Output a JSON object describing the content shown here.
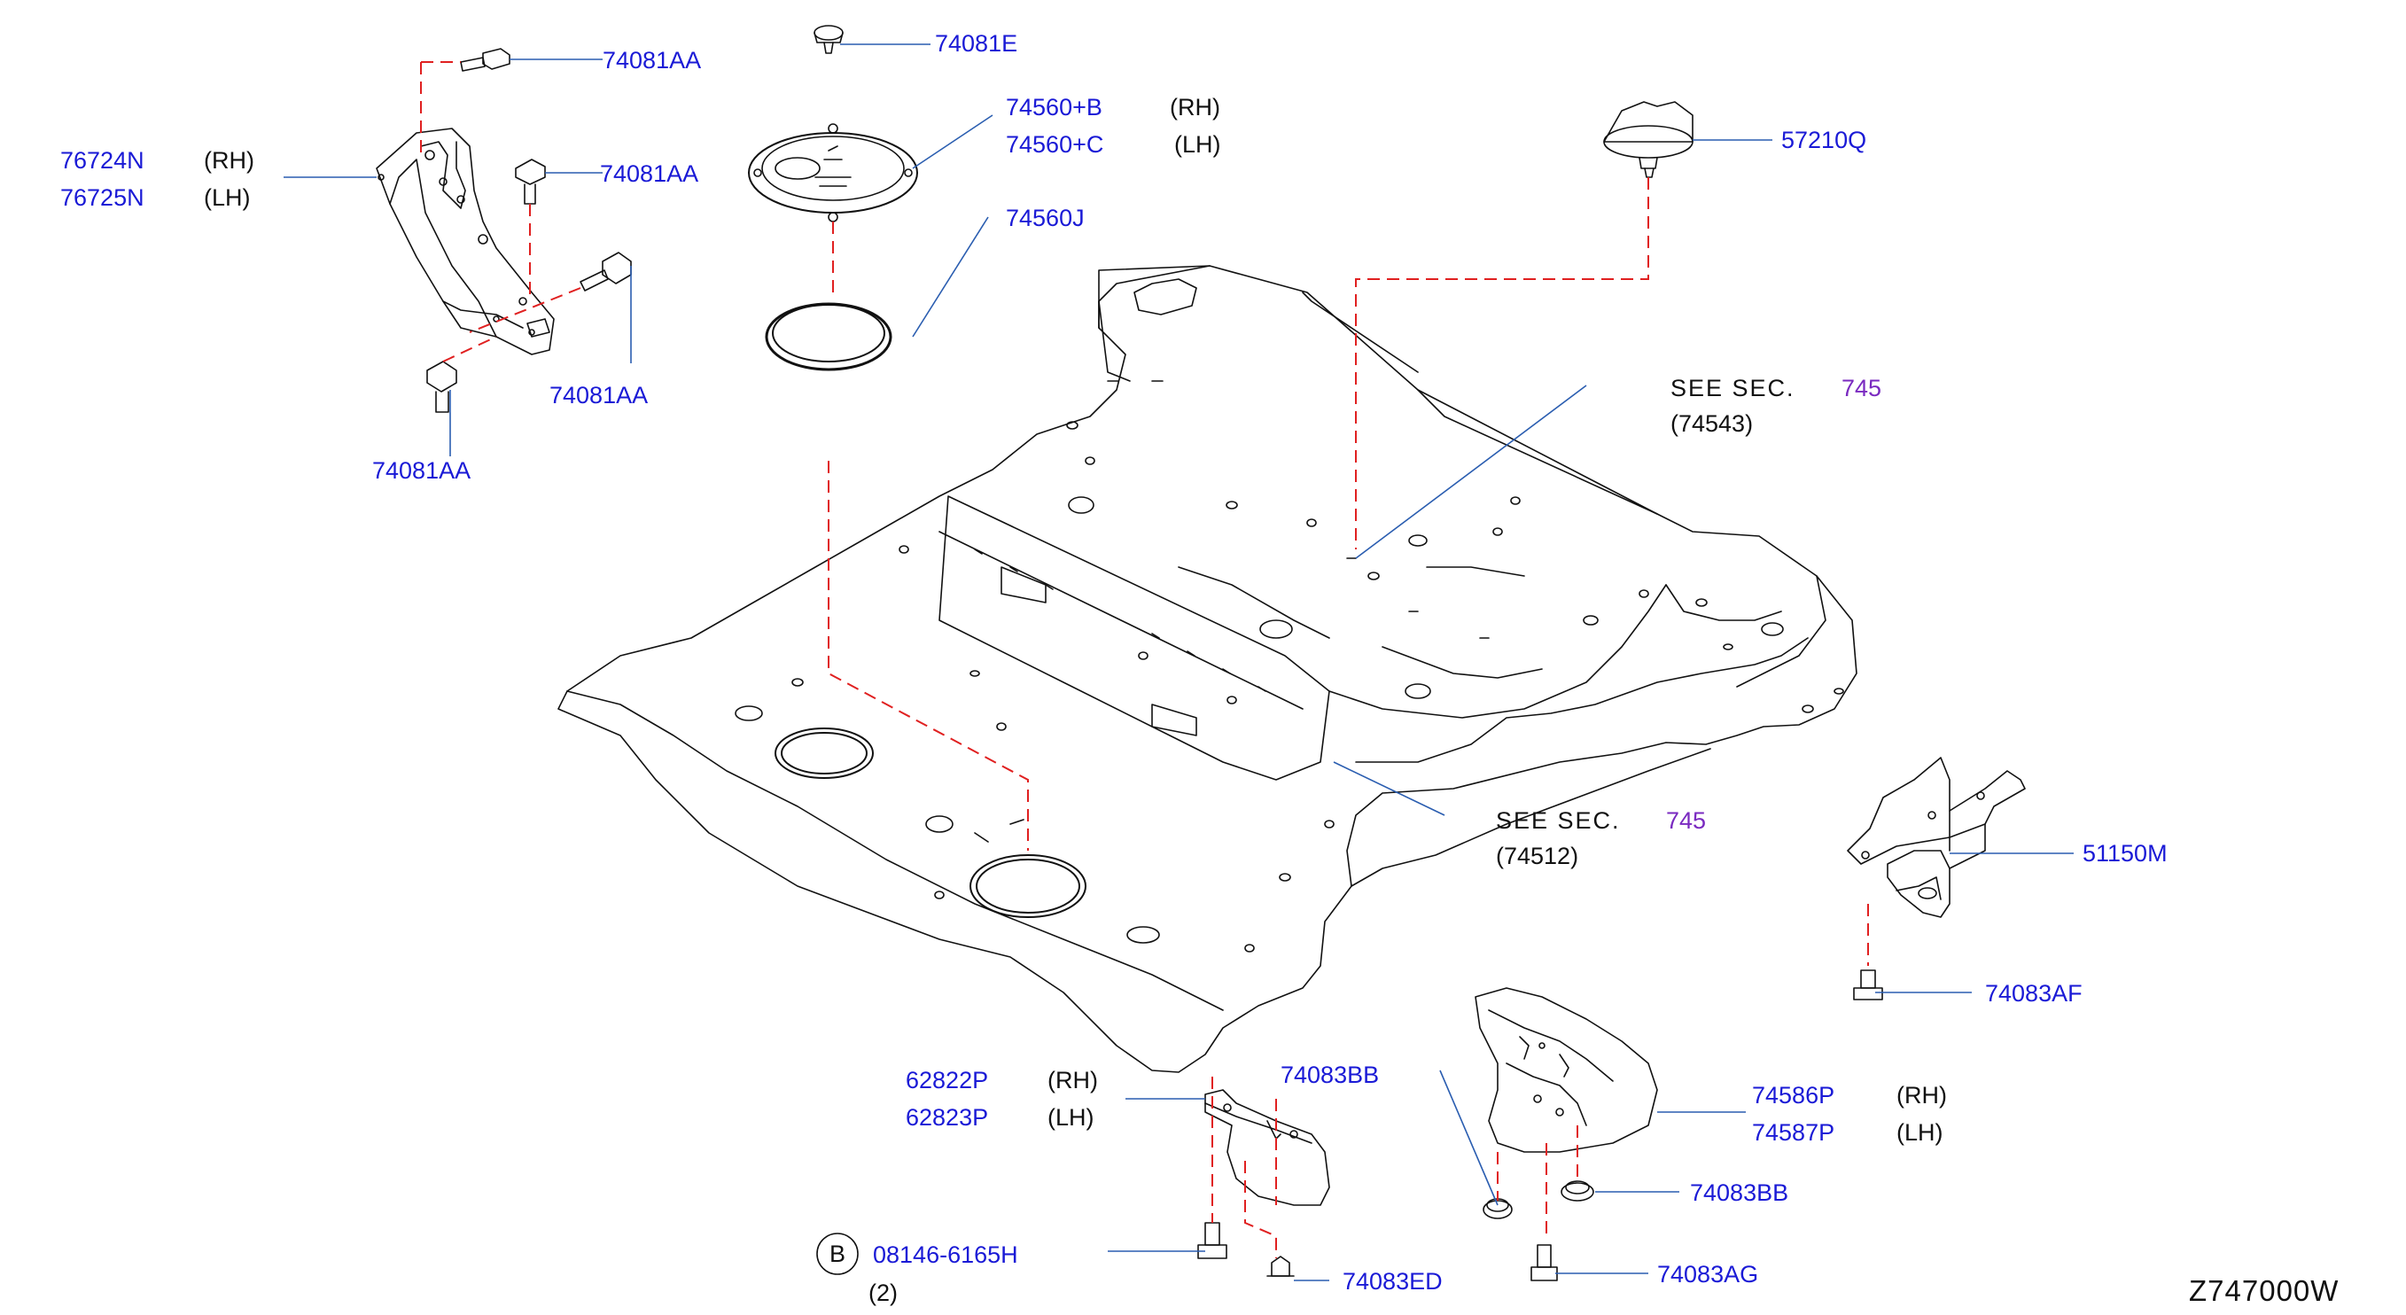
{
  "diagram_code": "Z747000W",
  "callouts": [
    {
      "id": "74081AA_a",
      "label": "74081AA"
    },
    {
      "id": "74081E",
      "label": "74081E"
    },
    {
      "id": "74560B",
      "label": "74560+B",
      "side": "(RH)"
    },
    {
      "id": "74560C",
      "label": "74560+C",
      "side": "(LH)"
    },
    {
      "id": "57210Q",
      "label": "57210Q"
    },
    {
      "id": "76724N",
      "label": "76724N",
      "side": "(RH)"
    },
    {
      "id": "76725N",
      "label": "76725N",
      "side": "(LH)"
    },
    {
      "id": "74081AA_b",
      "label": "74081AA"
    },
    {
      "id": "74560J",
      "label": "74560J"
    },
    {
      "id": "74081AA_c",
      "label": "74081AA"
    },
    {
      "id": "74081AA_d",
      "label": "74081AA"
    },
    {
      "id": "51150M",
      "label": "51150M"
    },
    {
      "id": "74083AF",
      "label": "74083AF"
    },
    {
      "id": "62822P",
      "label": "62822P",
      "side": "(RH)"
    },
    {
      "id": "62823P",
      "label": "62823P",
      "side": "(LH)"
    },
    {
      "id": "74083BB_a",
      "label": "74083BB"
    },
    {
      "id": "74586P",
      "label": "74586P",
      "side": "(RH)"
    },
    {
      "id": "74587P",
      "label": "74587P",
      "side": "(LH)"
    },
    {
      "id": "74083BB_b",
      "label": "74083BB"
    },
    {
      "id": "08146-6165H",
      "label": "08146-6165H",
      "qty": "(2)",
      "marker": "B"
    },
    {
      "id": "74083ED",
      "label": "74083ED"
    },
    {
      "id": "74083AG",
      "label": "74083AG"
    }
  ],
  "section_refs": [
    {
      "id": "sec-74543",
      "prefix": "SEE SEC.",
      "section": "745",
      "ref": "(74543)"
    },
    {
      "id": "sec-74512",
      "prefix": "SEE SEC.",
      "section": "745",
      "ref": "(74512)"
    }
  ],
  "colors": {
    "label": "#1a1ad6",
    "section": "#7a2ac0",
    "leader": "#2a5db0",
    "dash": "#e02020",
    "line": "#111111"
  }
}
